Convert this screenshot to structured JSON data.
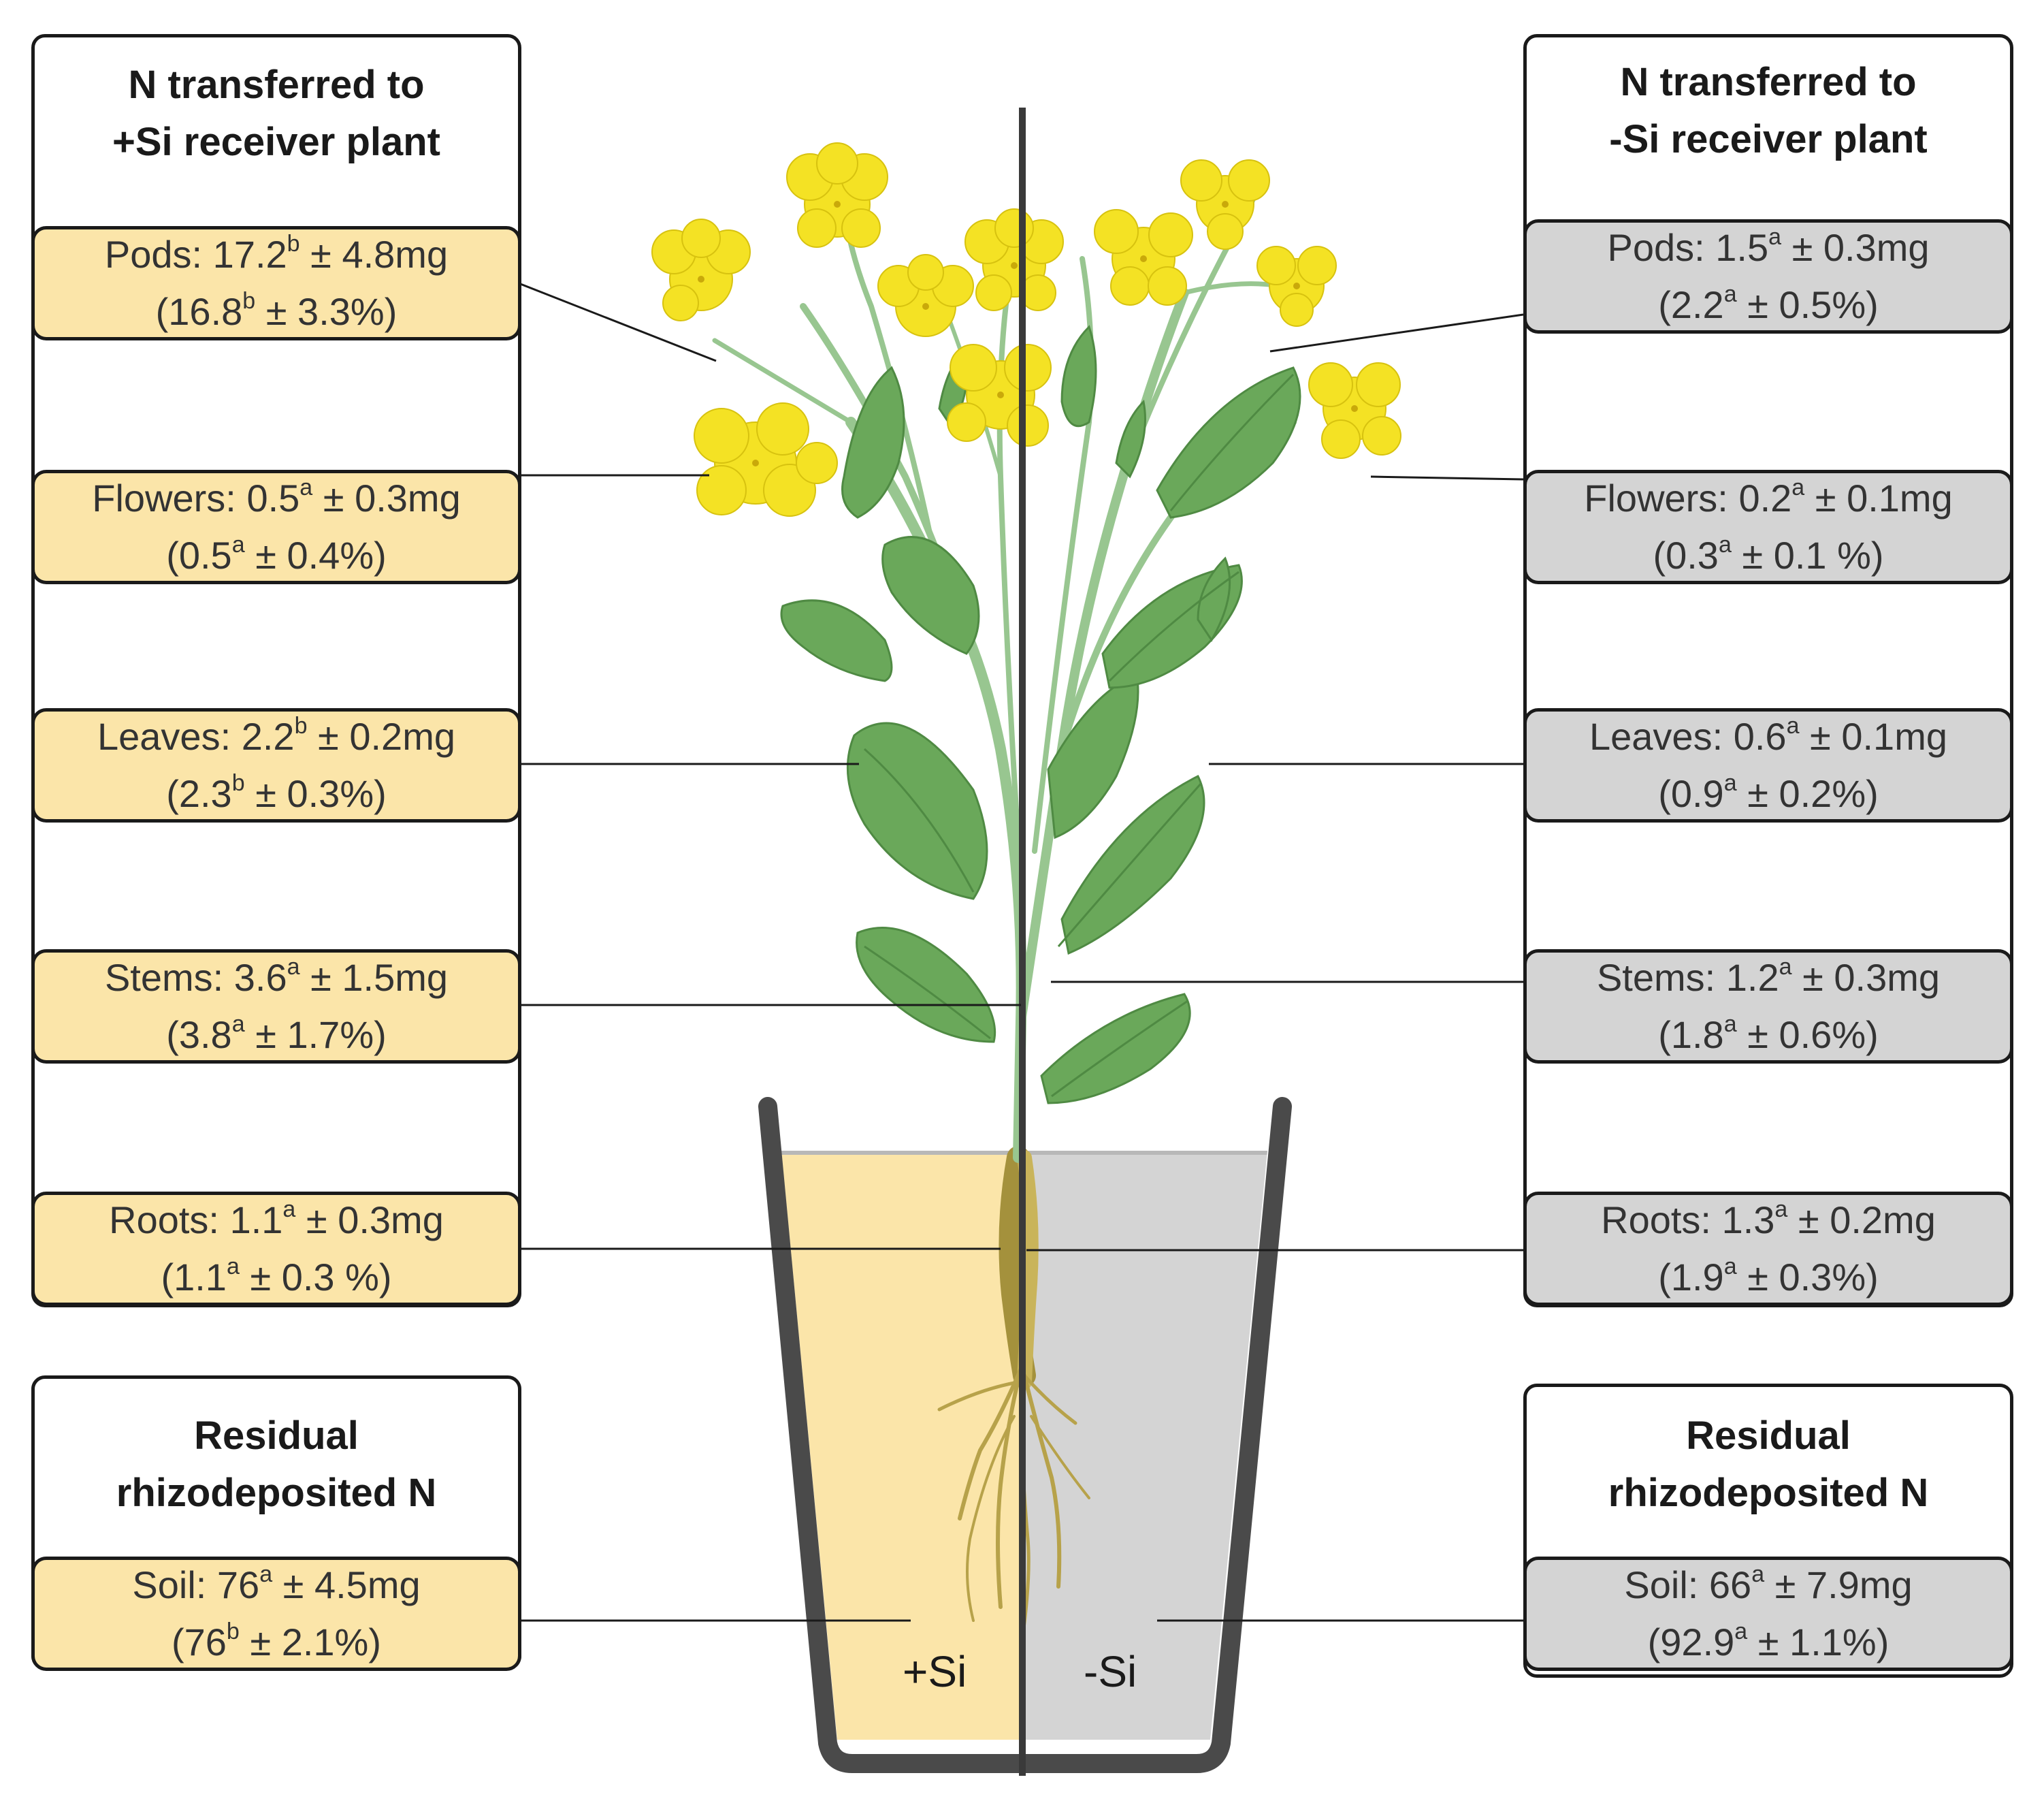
{
  "left_panel": {
    "title_line1": "N transferred to",
    "title_line2": "+Si receiver plant",
    "residual_title_line1": "Residual",
    "residual_title_line2": "rhizodeposited N"
  },
  "right_panel": {
    "title_line1": "N transferred to",
    "title_line2": "-Si receiver plant",
    "residual_title_line1": "Residual",
    "residual_title_line2": "rhizodeposited N"
  },
  "left_boxes": [
    {
      "label": "Pods:",
      "value": "17.2",
      "sup": "b",
      "err": "± 4.8mg",
      "pct_open": "(16.8",
      "pct_sup": "b",
      "pct_err": "± 3.3%)"
    },
    {
      "label": "Flowers:",
      "value": "0.5",
      "sup": "a",
      "err": "± 0.3mg",
      "pct_open": "(0.5",
      "pct_sup": "a",
      "pct_err": "± 0.4%)"
    },
    {
      "label": "Leaves:",
      "value": "2.2",
      "sup": "b",
      "err": "± 0.2mg",
      "pct_open": "(2.3",
      "pct_sup": "b",
      "pct_err": "± 0.3%)"
    },
    {
      "label": "Stems:",
      "value": "3.6",
      "sup": "a",
      "err": "± 1.5mg",
      "pct_open": "(3.8",
      "pct_sup": "a",
      "pct_err": "± 1.7%)"
    },
    {
      "label": "Roots:",
      "value": "1.1",
      "sup": "a",
      "err": "± 0.3mg",
      "pct_open": "(1.1",
      "pct_sup": "a",
      "pct_err": "± 0.3 %)"
    },
    {
      "label": "Soil:",
      "value": "76",
      "sup": "a",
      "err": "± 4.5mg",
      "pct_open": "(76",
      "pct_sup": "b",
      "pct_err": "± 2.1%)"
    }
  ],
  "right_boxes": [
    {
      "label": "Pods:",
      "value": "1.5",
      "sup": "a",
      "err": "± 0.3mg",
      "pct_open": "(2.2",
      "pct_sup": "a",
      "pct_err": "± 0.5%)"
    },
    {
      "label": "Flowers:",
      "value": "0.2",
      "sup": "a",
      "err": "± 0.1mg",
      "pct_open": "(0.3",
      "pct_sup": "a",
      "pct_err": "± 0.1 %)"
    },
    {
      "label": "Leaves:",
      "value": "0.6",
      "sup": "a",
      "err": "± 0.1mg",
      "pct_open": "(0.9",
      "pct_sup": "a",
      "pct_err": "± 0.2%)"
    },
    {
      "label": "Stems:",
      "value": "1.2",
      "sup": "a",
      "err": "± 0.3mg",
      "pct_open": "(1.8",
      "pct_sup": "a",
      "pct_err": "± 0.6%)"
    },
    {
      "label": "Roots:",
      "value": "1.3",
      "sup": "a",
      "err": "± 0.2mg",
      "pct_open": "(1.9",
      "pct_sup": "a",
      "pct_err": "± 0.3%)"
    },
    {
      "label": "Soil:",
      "value": "66",
      "sup": "a",
      "err": "± 7.9mg",
      "pct_open": "(92.9",
      "pct_sup": "a",
      "pct_err": "± 1.1%)"
    }
  ],
  "pot": {
    "left_label": "+Si",
    "right_label": "-Si"
  },
  "colors": {
    "plus_si": "#fbe5a9",
    "minus_si": "#d4d4d4",
    "leaf": "#6aa85a",
    "flower": "#f4e224",
    "stem": "#98c690"
  }
}
